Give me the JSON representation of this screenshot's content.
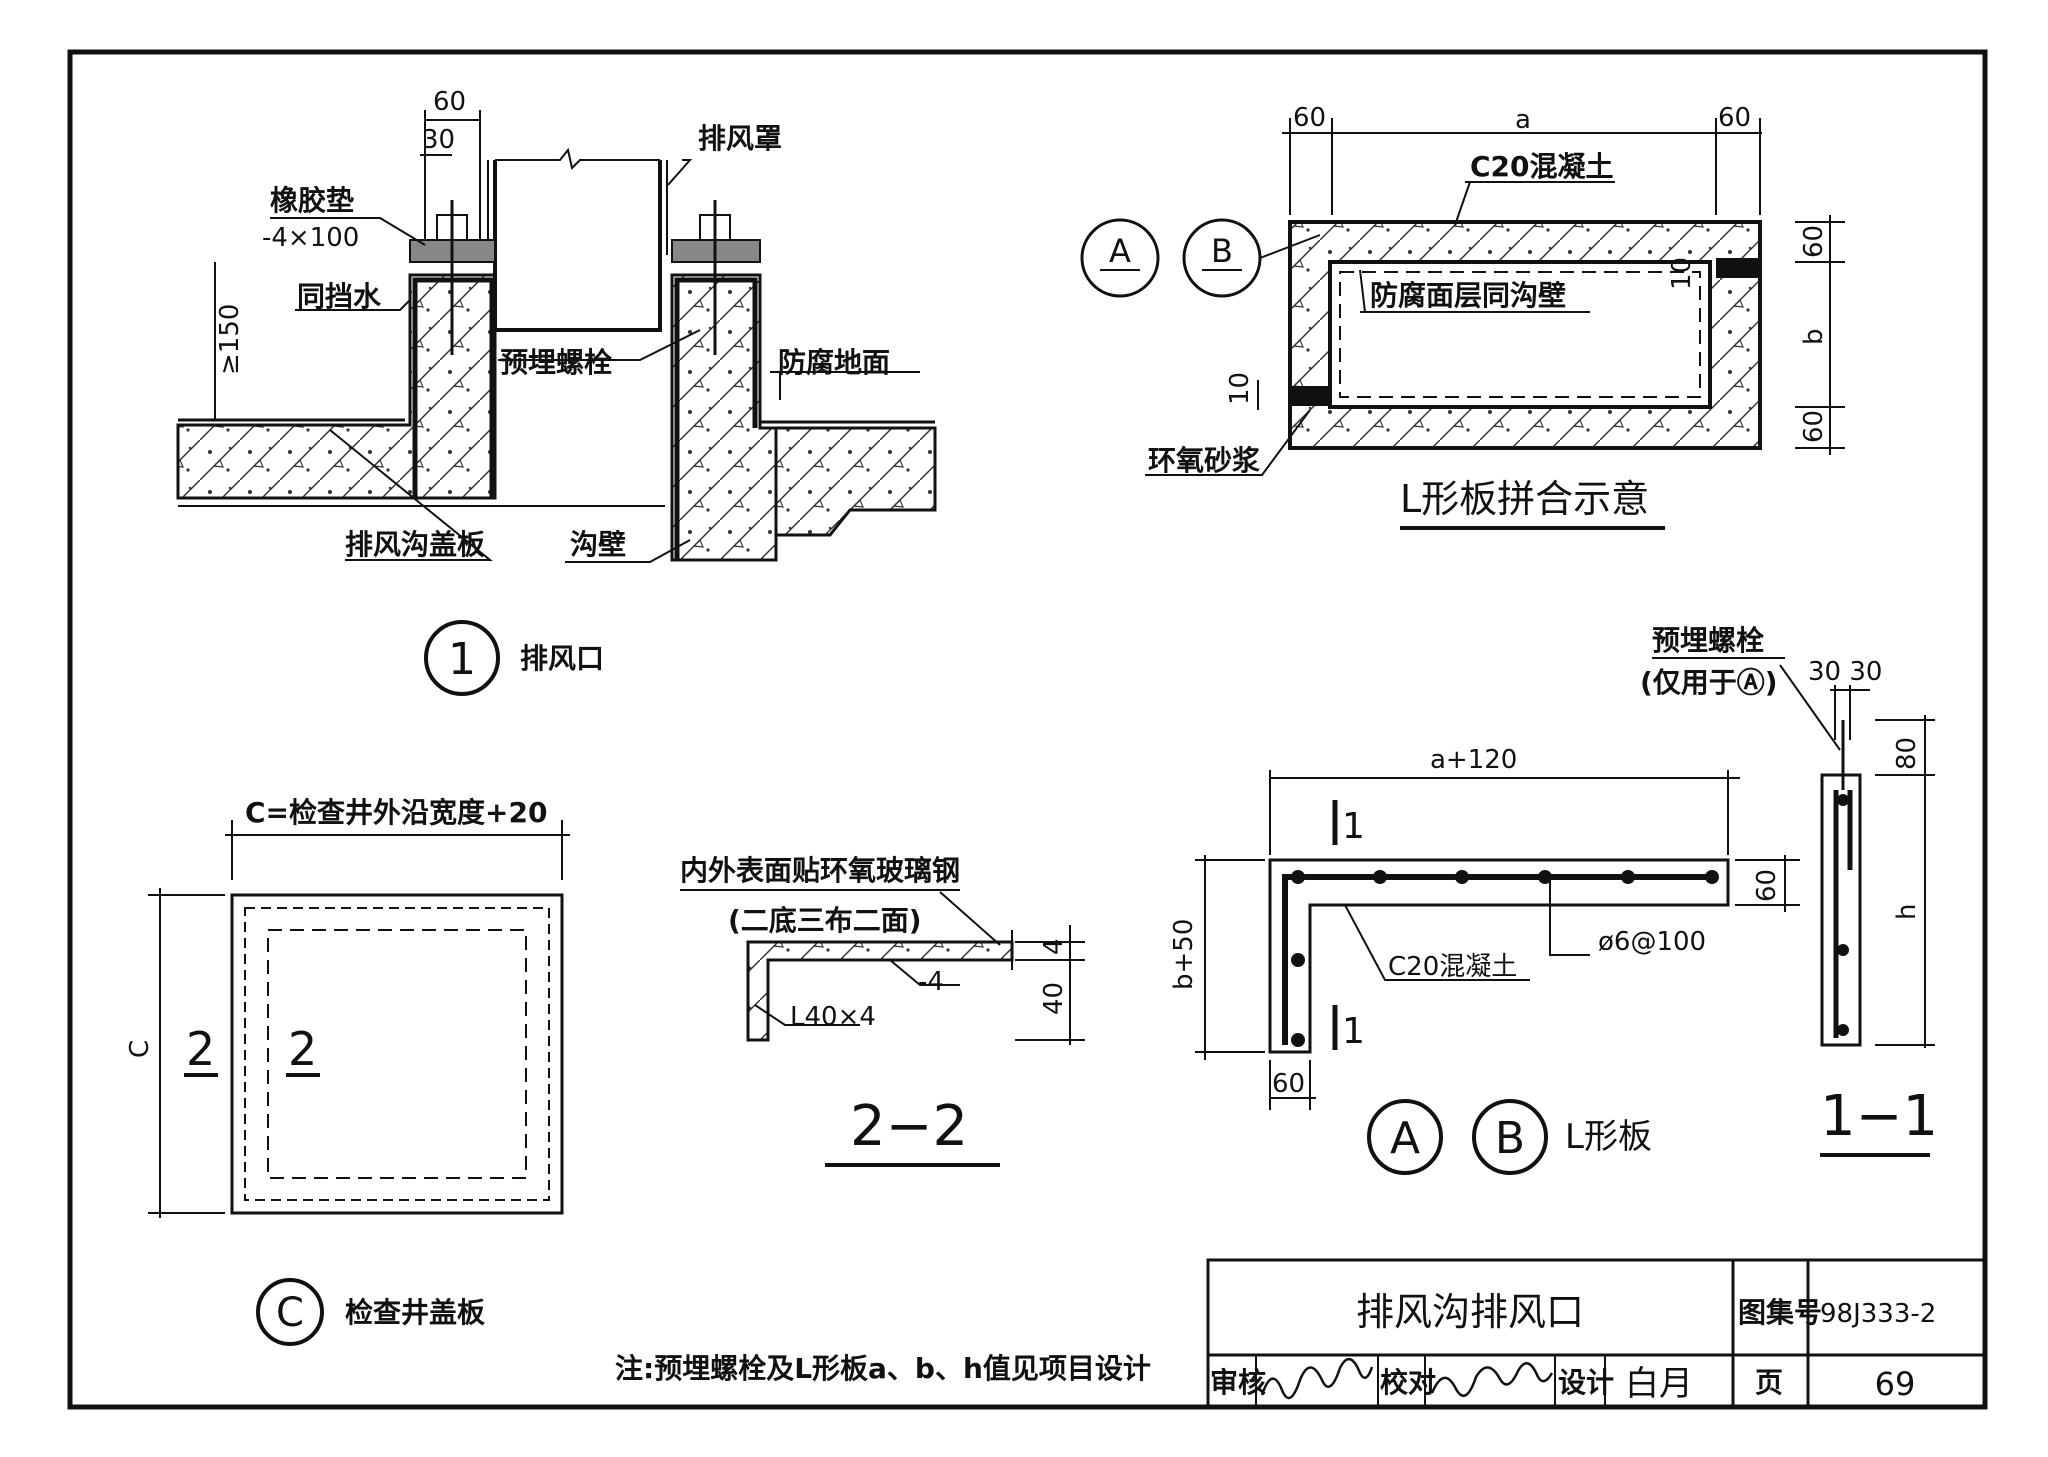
{
  "detail1": {
    "dims": {
      "d60": "60",
      "d30": "30",
      "d150": "≥150"
    },
    "rubber_pad": "橡胶垫",
    "rubber_pad_spec": "-4×100",
    "water_stop": "同挡水",
    "hood": "排风罩",
    "embedded_bolt": "预埋螺栓",
    "anticorrosion_floor": "防腐地面",
    "trench_cover": "排风沟盖板",
    "trench_wall": "沟壁",
    "marker": "1",
    "caption": "排风口"
  },
  "lslab_assembly": {
    "dims": {
      "left": "60",
      "a": "a",
      "right": "60",
      "top": "60",
      "b": "b",
      "bottom": "60",
      "ten_a": "10",
      "ten_b": "10"
    },
    "concrete": "C20混凝土",
    "marker_a": "A",
    "marker_b": "B",
    "coating": "防腐面层同沟壁",
    "epoxy_mortar": "环氧砂浆",
    "caption": "L形板拼合示意"
  },
  "detail_c": {
    "width_label": "C=检查井外沿宽度+20",
    "height_label": "C",
    "section_mark": "2",
    "marker": "C",
    "caption": "检查井盖板"
  },
  "section_22": {
    "note_line1": "内外表面贴环氧玻璃钢",
    "note_line2": "(二底三布二面)",
    "plate": "-4",
    "angle": "L40×4",
    "dim_4": "4",
    "dim_40": "40",
    "caption": "2−2"
  },
  "lslab": {
    "width_label": "a+120",
    "height_label": "b+50",
    "dim_60_top": "60",
    "dim_60_bottom": "60",
    "rebar": "ø6@100",
    "concrete": "C20混凝土",
    "section_mark": "1",
    "marker_a": "A",
    "marker_b": "B",
    "caption": "L形板"
  },
  "section_11": {
    "bolt_label": "预埋螺栓",
    "bolt_note": "(仅用于Ⓐ)",
    "dim_30_30": "30 30",
    "dim_80": "80",
    "dim_h": "h",
    "caption": "1−1"
  },
  "note": "注:预埋螺栓及L形板a、b、h值见项目设计",
  "title_block": {
    "title": "排风沟排风口",
    "atlas_label": "图集号",
    "atlas_no": "98J333-2",
    "review": "审核",
    "check": "校对",
    "design": "设计",
    "designer_sig": "白月",
    "page_label": "页",
    "page_no": "69"
  }
}
